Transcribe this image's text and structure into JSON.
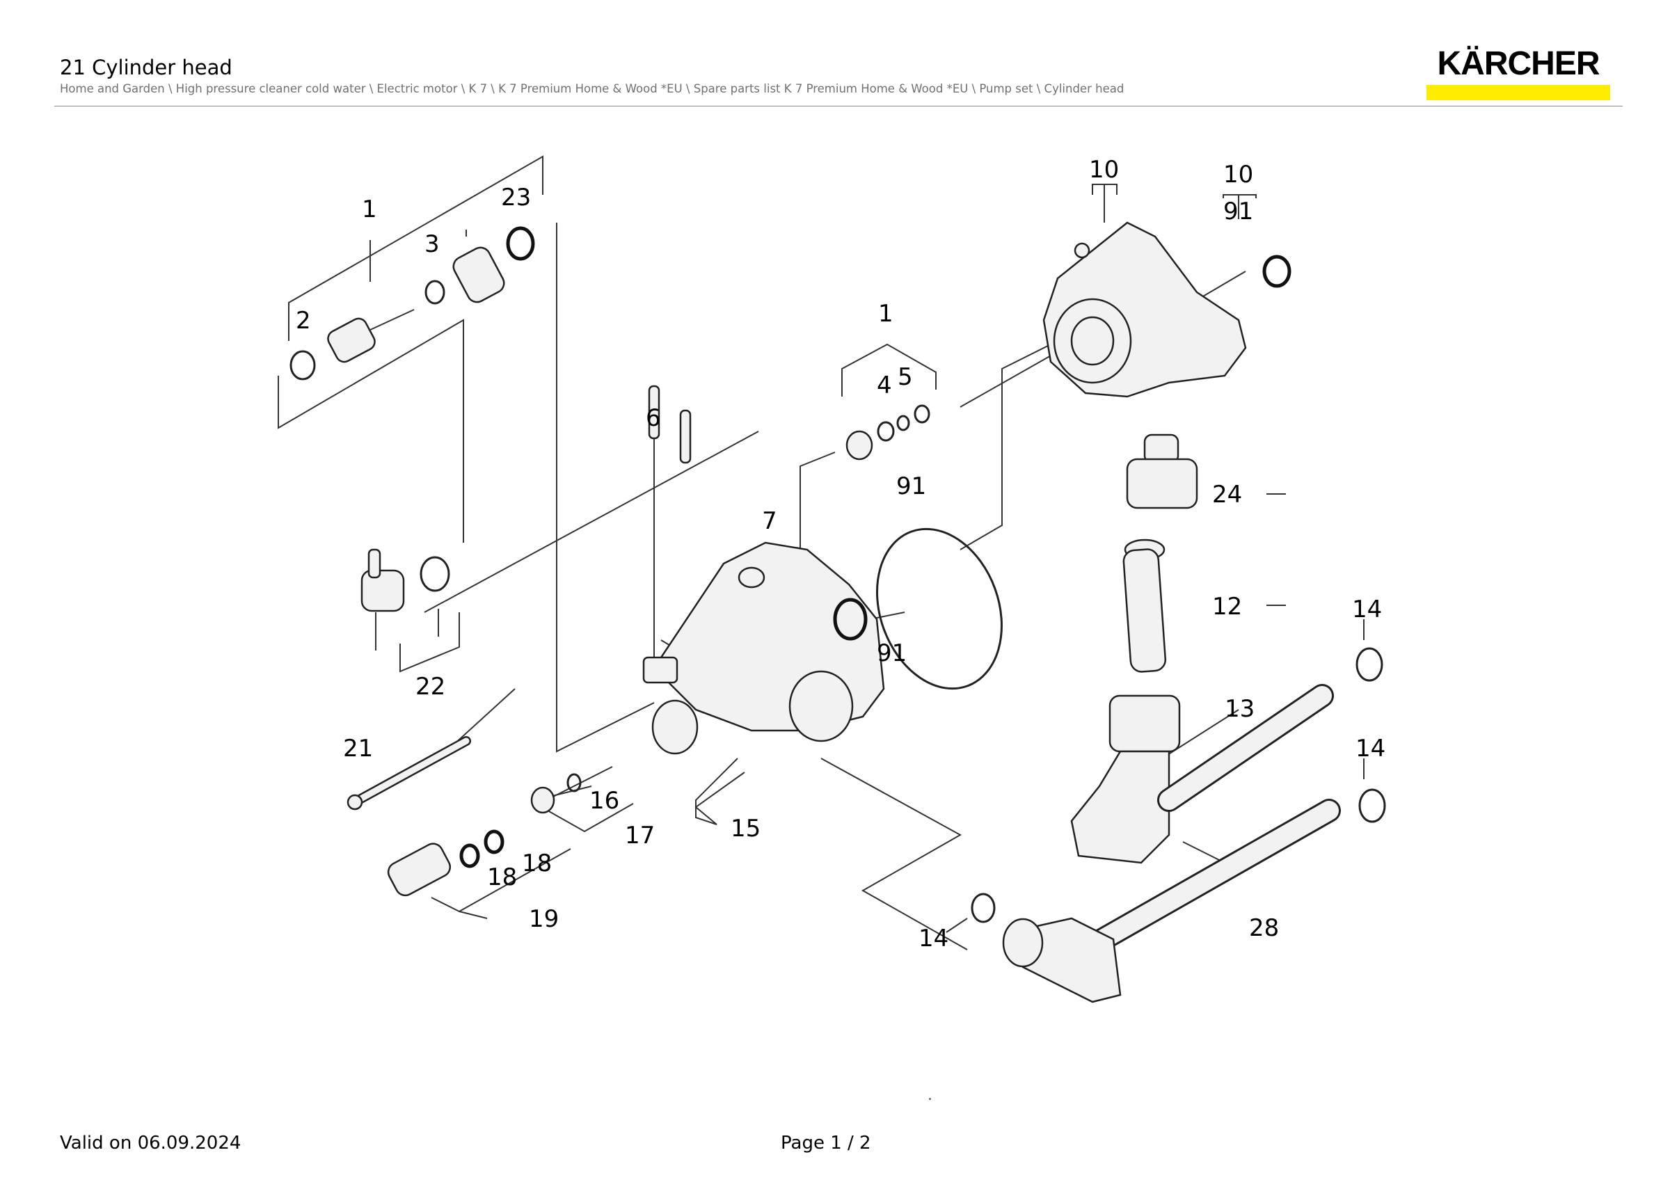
{
  "header": {
    "title": "21 Cylinder head",
    "breadcrumb": "Home and Garden \\ High pressure cleaner cold water \\ Electric motor \\ K 7 \\ K 7 Premium Home & Wood *EU \\ Spare parts list K 7 Premium Home & Wood *EU \\ Pump set \\ Cylinder head",
    "logo_text": "KÄRCHER"
  },
  "colors": {
    "brand_yellow": "#ffed00",
    "rule_gray": "#8a8a8a",
    "breadcrumb_gray": "#707070"
  },
  "diagram": {
    "callouts": [
      "1",
      "23",
      "3",
      "2",
      "22",
      "21",
      "16",
      "17",
      "18",
      "18",
      "19",
      "6",
      "7",
      "15",
      "1",
      "4",
      "5",
      "91",
      "91",
      "10",
      "10",
      "91",
      "24",
      "12",
      "14",
      "13",
      "14",
      "14",
      "28"
    ]
  },
  "footer": {
    "valid_on": "Valid on 06.09.2024",
    "page": "Page 1 / 2"
  }
}
